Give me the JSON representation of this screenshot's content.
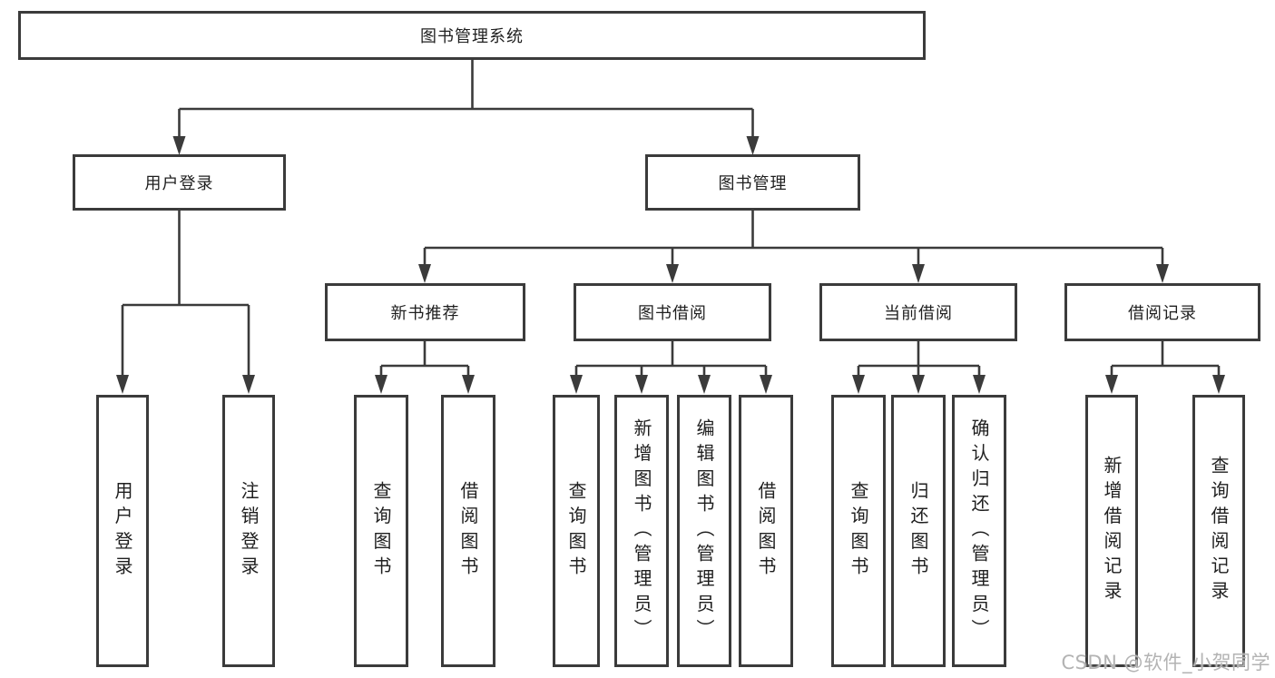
{
  "tree": {
    "root": "图书管理系统",
    "branches": [
      {
        "label": "用户登录",
        "children": [
          {
            "label": "用户登录"
          },
          {
            "label": "注销登录"
          }
        ]
      },
      {
        "label": "图书管理",
        "children": [
          {
            "label": "新书推荐",
            "children": [
              {
                "label": "查询图书"
              },
              {
                "label": "借阅图书"
              }
            ]
          },
          {
            "label": "图书借阅",
            "children": [
              {
                "label": "查询图书"
              },
              {
                "label": "新增图书（管理员）"
              },
              {
                "label": "编辑图书（管理员）"
              },
              {
                "label": "借阅图书"
              }
            ]
          },
          {
            "label": "当前借阅",
            "children": [
              {
                "label": "查询图书"
              },
              {
                "label": "归还图书"
              },
              {
                "label": "确认归还（管理员）"
              }
            ]
          },
          {
            "label": "借阅记录",
            "children": [
              {
                "label": "新增借阅记录"
              },
              {
                "label": "查询借阅记录"
              }
            ]
          }
        ]
      }
    ]
  },
  "watermark": "CSDN @软件_小贺同学",
  "colors": {
    "line": "#3b3b3b",
    "box_border": "#3b3b3b",
    "box_bg": "#ffffff",
    "text": "#1f1f1f",
    "watermark": "#b3b3b3"
  }
}
